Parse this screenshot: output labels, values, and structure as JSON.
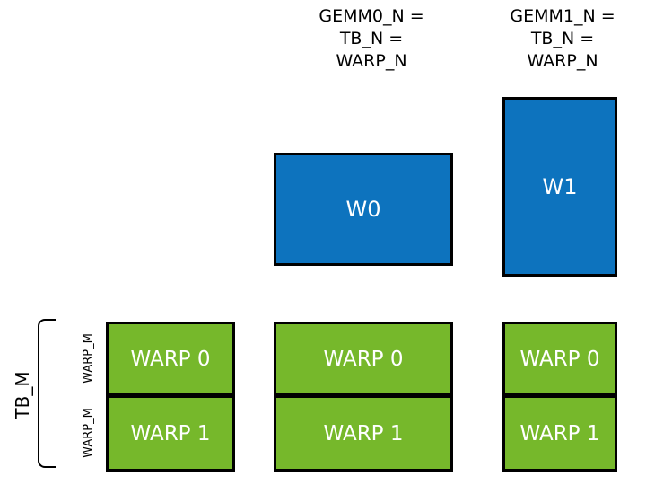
{
  "colors": {
    "blue": "#0D73BE",
    "green": "#76B82B",
    "border": "#000000",
    "box_text": "#FFFFFF",
    "label_text": "#000000",
    "background": "#FFFFFF"
  },
  "top_labels": [
    {
      "lines": [
        "GEMM0_N =",
        "TB_N =",
        "WARP_N"
      ]
    },
    {
      "lines": [
        "GEMM1_N =",
        "TB_N =",
        "WARP_N"
      ]
    }
  ],
  "blue_boxes": [
    {
      "label": "W0"
    },
    {
      "label": "W1"
    }
  ],
  "side_labels": {
    "tb_m": "TB_M",
    "warp_m_top": "WARP_M",
    "warp_m_bottom": "WARP_M"
  },
  "green_columns": [
    {
      "cells": [
        "WARP 0",
        "WARP 1"
      ]
    },
    {
      "cells": [
        "WARP 0",
        "WARP 1"
      ]
    },
    {
      "cells": [
        "WARP 0",
        "WARP 1"
      ]
    }
  ]
}
